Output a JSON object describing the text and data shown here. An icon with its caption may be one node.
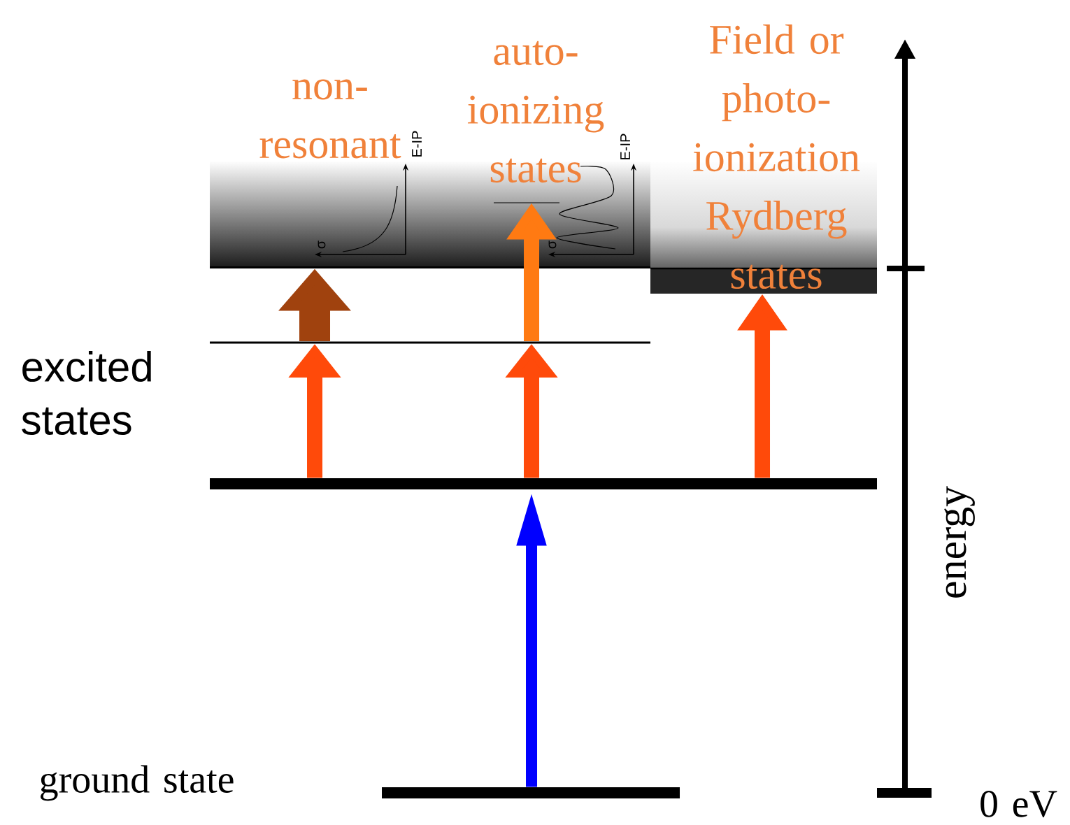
{
  "diagram": {
    "nodes": [
      {
        "text": [],
        "shape": "bar",
        "beside": [
          "ground state"
        ]
      },
      {
        "text": [],
        "shape": "bar",
        "beside": [
          "excited states"
        ]
      },
      {
        "text": [],
        "shape": "bar"
      },
      {
        "text": [],
        "shape": "box"
      },
      {
        "text": [],
        "shape": "box"
      }
    ],
    "edges": [
      {
        "from": 0,
        "to": 1,
        "arrow": "to",
        "color": "#0000ff"
      },
      {
        "from": 1,
        "to": 2,
        "arrow": "to"
      },
      {
        "from": 2,
        "to": 3,
        "arrow": "to",
        "style": "thick",
        "color": "#a0420e"
      },
      {
        "from": 1,
        "to": 2,
        "arrow": "to"
      },
      {
        "from": 2,
        "to": 3,
        "arrow": "to",
        "color": "#ff7a12"
      },
      {
        "from": 1,
        "to": 4,
        "arrow": "to"
      }
    ],
    "labels": [
      "non-resonant",
      "auto-ionizing states",
      "Field or photo-ionization Rydberg states",
      "E-IP",
      "σ",
      "E-IP",
      "σ",
      "energy",
      "0 eV"
    ]
  }
}
